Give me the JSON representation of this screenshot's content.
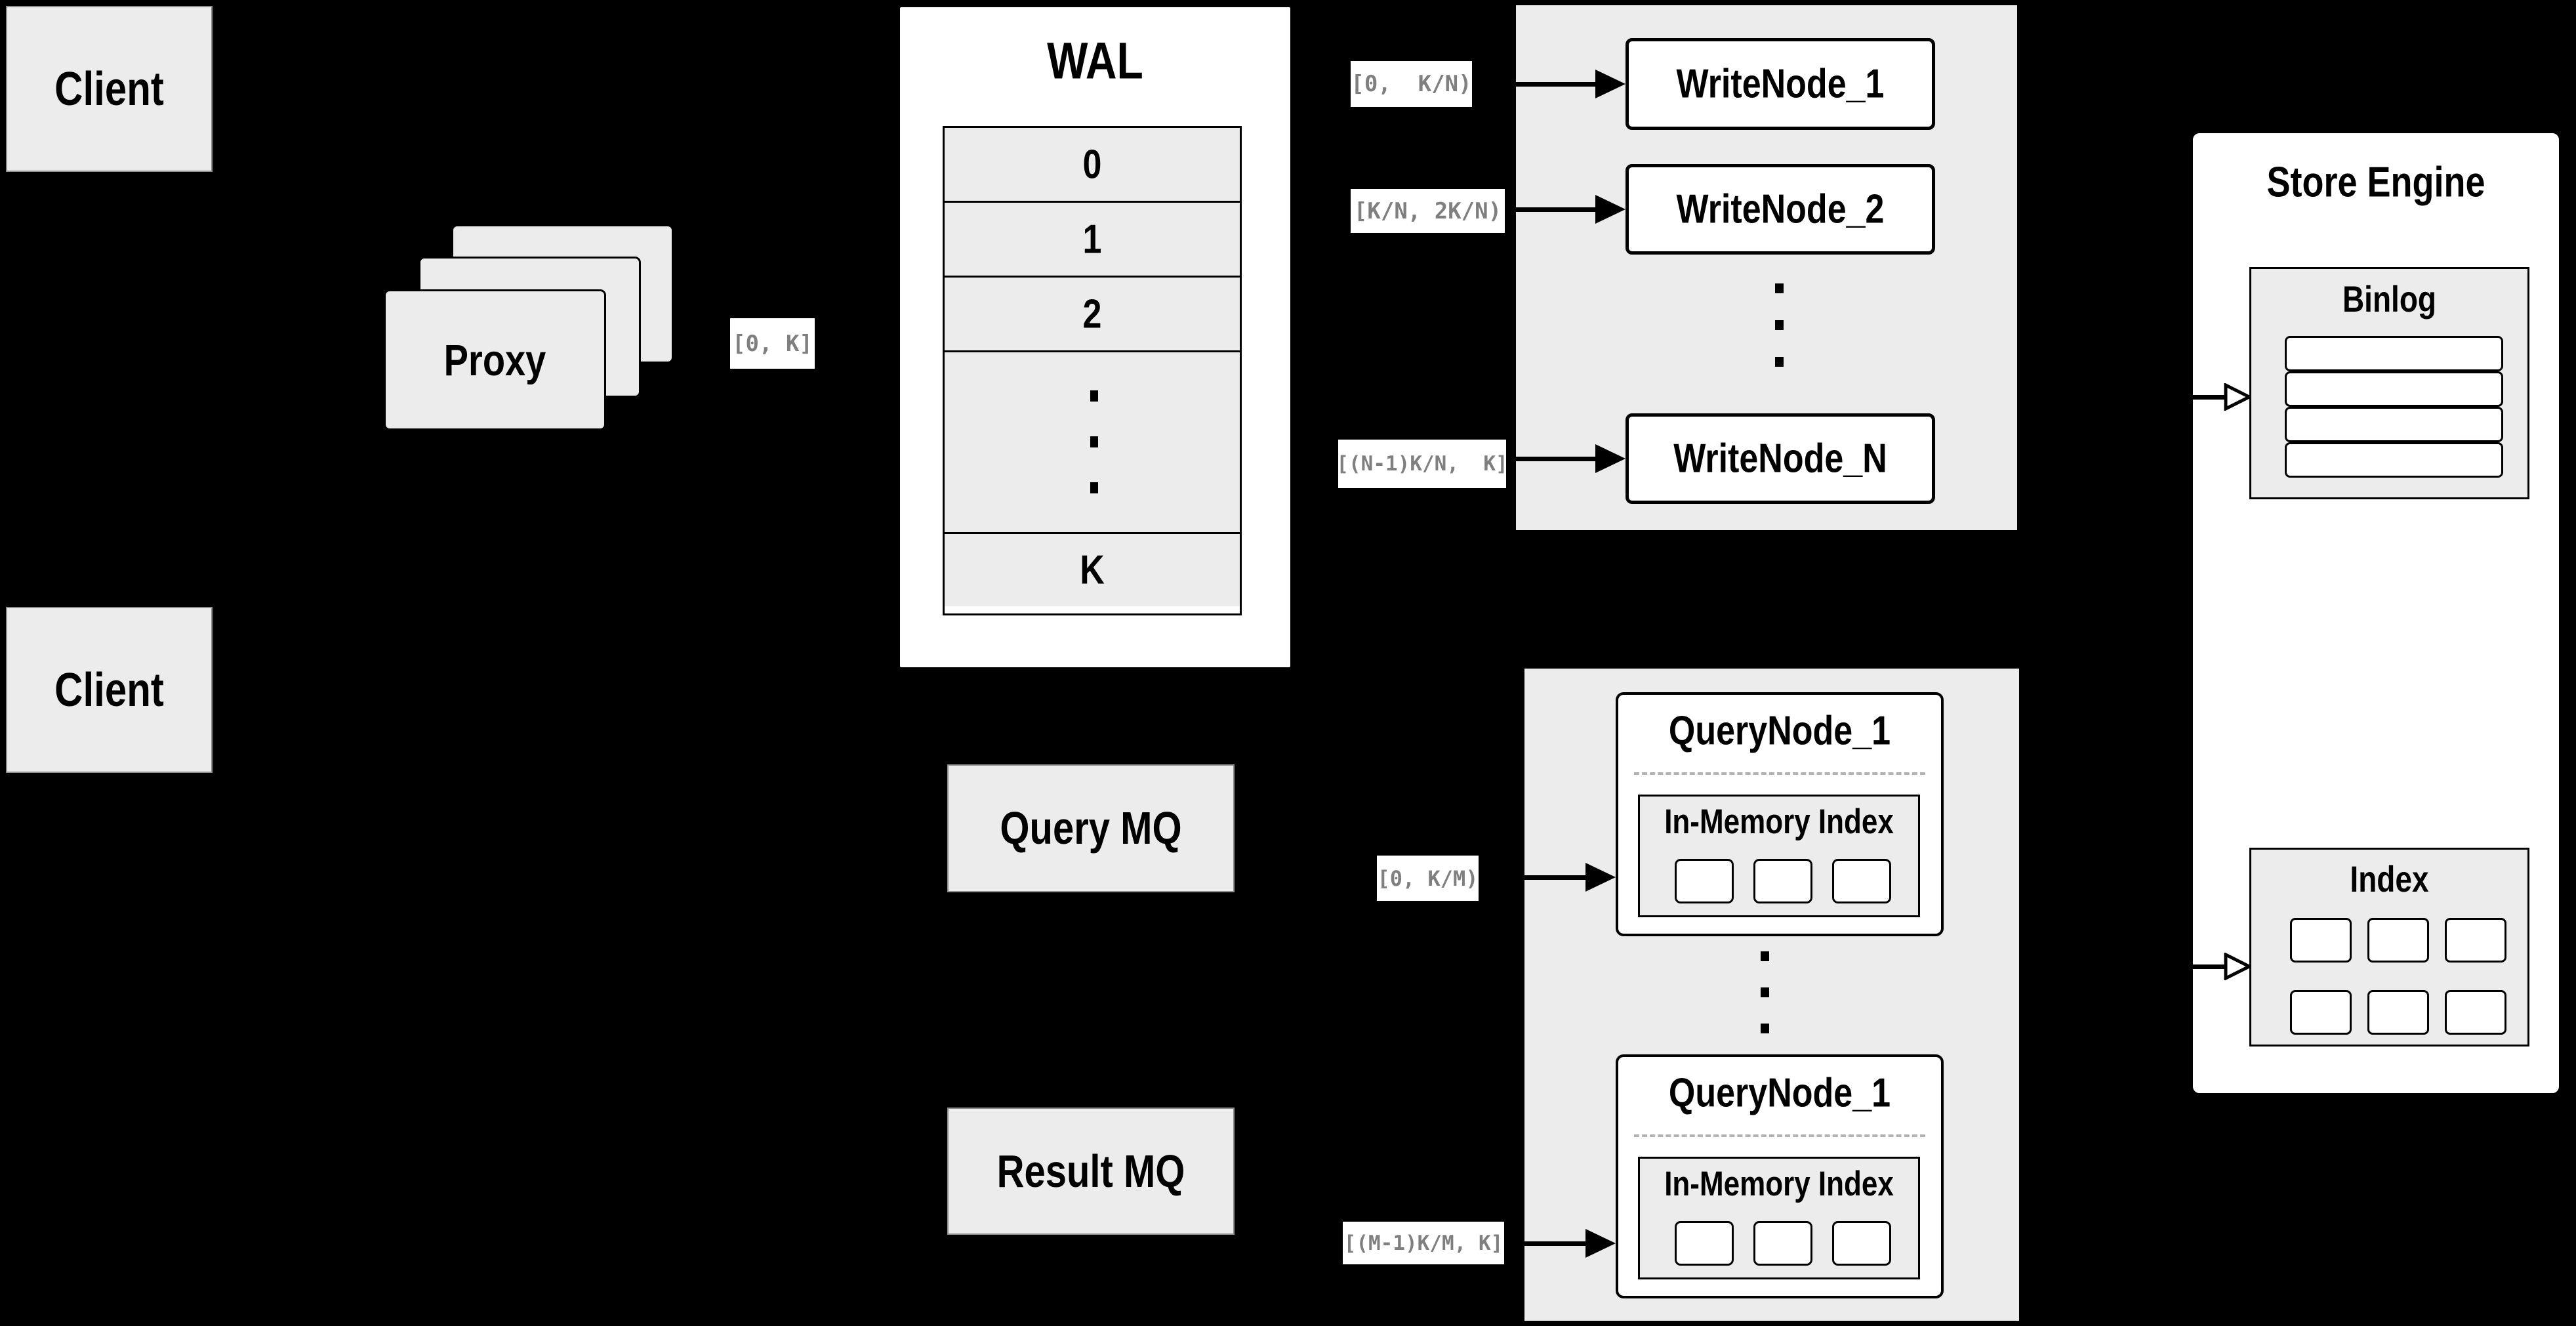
{
  "colors": {
    "background": "#000000",
    "panel_gray": "#ececec",
    "box_white": "#ffffff",
    "border_black": "#000000",
    "chip_text": "#7f7f7f"
  },
  "clients": {
    "top_label": "Client",
    "bottom_label": "Client"
  },
  "proxy": {
    "label": "Proxy",
    "range_chip": "[0, K]"
  },
  "wal": {
    "title": "WAL",
    "rows": [
      "0",
      "1",
      "2"
    ],
    "last_row": "K"
  },
  "write_cluster": {
    "nodes": [
      {
        "label": "WriteNode_1",
        "range": "[0,  K/N)"
      },
      {
        "label": "WriteNode_2",
        "range": "[K/N, 2K/N)"
      },
      {
        "label": "WriteNode_N",
        "range": "[(N-1)K/N,  K]"
      }
    ]
  },
  "query_mq": {
    "label": "Query MQ"
  },
  "result_mq": {
    "label": "Result MQ"
  },
  "query_cluster": {
    "nodes": [
      {
        "title": "QueryNode_1",
        "inner_title": "In-Memory Index",
        "range": "[0, K/M)"
      },
      {
        "title": "QueryNode_1",
        "inner_title": "In-Memory Index",
        "range": "[(M-1)K/M, K]"
      }
    ]
  },
  "store_engine": {
    "title": "Store Engine",
    "binlog_title": "Binlog",
    "index_title": "Index"
  }
}
